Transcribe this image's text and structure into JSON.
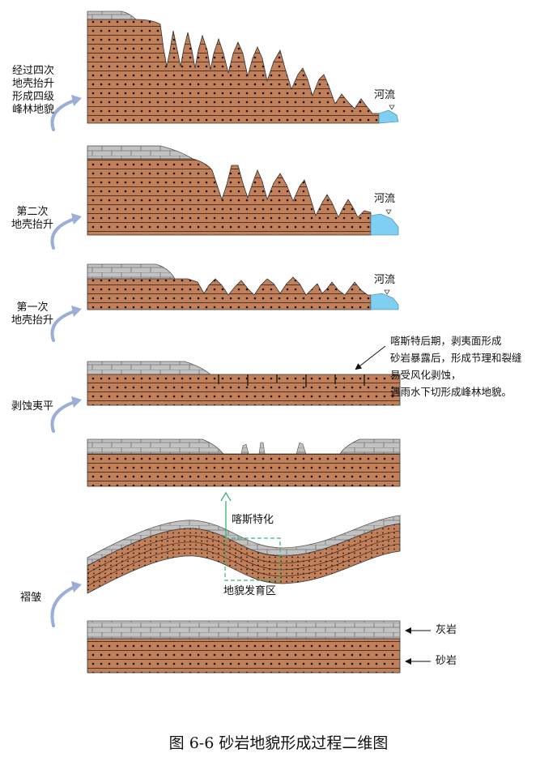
{
  "labels": {
    "stage6": "经过四次\n地壳抬升\n形成四级\n峰林地貌",
    "stage5": "第二次\n地壳抬升",
    "stage4": "第一次\n地壳抬升",
    "stage3": "剥蚀夷平",
    "stage1": "褶皱"
  },
  "river": {
    "top": "河流",
    "second": "河流",
    "third": "河流"
  },
  "note": "喀斯特后期，剥夷面形成\n砂岩暴露后，形成节理和裂缝\n易受风化剥蚀，\n遇雨水下切形成峰林地貌。",
  "karst": "喀斯特化",
  "landform_zone": "地貌发育区",
  "legend": {
    "limestone": "灰岩",
    "sandstone": "砂岩"
  },
  "caption": "图  6-6 砂岩地貌形成过程二维图",
  "colors": {
    "sandstone": "#c1805a",
    "limestone": "#c2c2c2",
    "water": "#7ecff1",
    "arrow": "#9aaed8",
    "green": "#3cb371"
  }
}
